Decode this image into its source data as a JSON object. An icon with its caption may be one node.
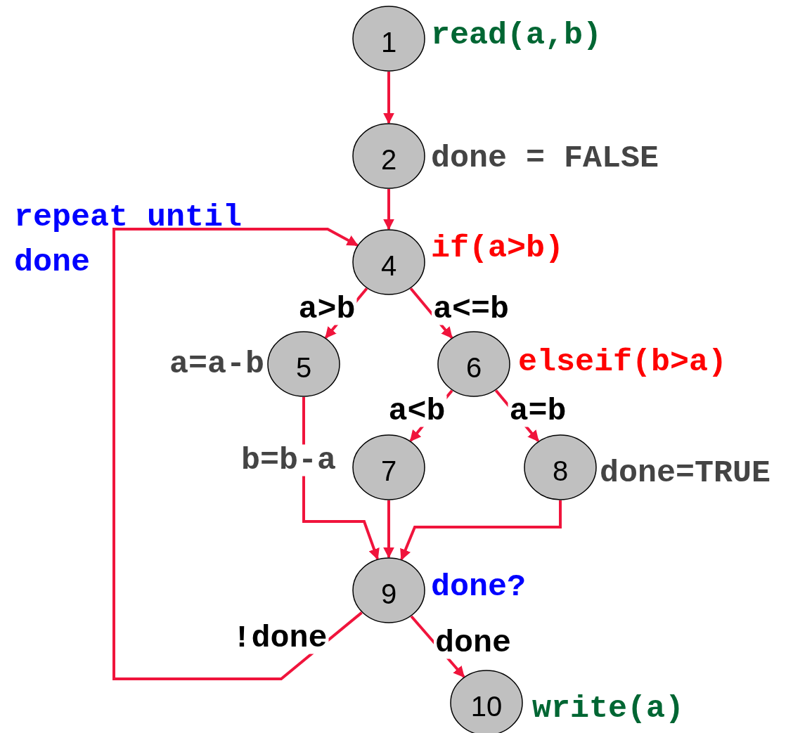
{
  "diagram": {
    "nodes": [
      {
        "text": [
          "1"
        ],
        "beside": [
          "read(a,b)"
        ]
      },
      {
        "text": [
          "2"
        ],
        "beside": [
          "done = FALSE"
        ]
      },
      {
        "text": [
          "4"
        ],
        "beside": [
          "if(a>b)"
        ]
      },
      {
        "text": [
          "5"
        ],
        "beside": [
          "a=a-b"
        ]
      },
      {
        "text": [
          "6"
        ],
        "beside": [
          "elseif(b>a)"
        ]
      },
      {
        "text": [
          "7"
        ],
        "beside": [
          "b=b-a"
        ]
      },
      {
        "text": [
          "8"
        ],
        "beside": [
          "done=TRUE"
        ]
      },
      {
        "text": [
          "9"
        ],
        "beside": [
          "done?"
        ]
      },
      {
        "text": [
          "10"
        ],
        "beside": [
          "write(a)"
        ]
      }
    ],
    "edges": [
      {
        "from": 0,
        "to": 1,
        "arrow": "to"
      },
      {
        "from": 1,
        "to": 2,
        "arrow": "to"
      },
      {
        "from": 2,
        "to": 3,
        "arrow": "to",
        "label": "a>b"
      },
      {
        "from": 2,
        "to": 4,
        "arrow": "to",
        "label": "a<=b"
      },
      {
        "from": 4,
        "to": 5,
        "arrow": "to",
        "label": "a<b"
      },
      {
        "from": 4,
        "to": 6,
        "arrow": "to",
        "label": "a=b"
      },
      {
        "from": 3,
        "to": 7,
        "arrow": "to"
      },
      {
        "from": 5,
        "to": 7,
        "arrow": "to"
      },
      {
        "from": 6,
        "to": 7,
        "arrow": "to"
      },
      {
        "from": 7,
        "to": 2,
        "arrow": "to",
        "label": "!done"
      },
      {
        "from": 7,
        "to": 8,
        "arrow": "to",
        "label": "done"
      }
    ],
    "labels": [
      "repeat until done"
    ]
  }
}
